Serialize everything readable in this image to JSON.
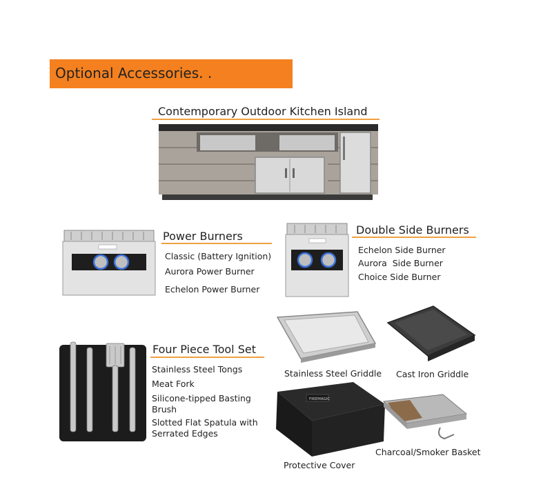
{
  "banner": {
    "title": "Optional Accessories. .",
    "color": "#f4801f"
  },
  "island": {
    "title": "Contemporary Outdoor Kitchen Island"
  },
  "power_burners": {
    "title": "Power Burners",
    "items": [
      "Classic (Battery Ignition)",
      "Aurora Power Burner",
      "Echelon Power Burner"
    ]
  },
  "side_burners": {
    "title": "Double Side Burners",
    "items": [
      "Echelon Side Burner",
      "Aurora  Side Burner",
      "Choice Side Burner"
    ]
  },
  "tool_set": {
    "title": "Four Piece Tool Set",
    "items": [
      "Stainless Steel Tongs",
      "Meat Fork",
      "Silicone-tipped Basting",
      "Brush",
      "Slotted Flat Spatula with",
      "Serrated Edges"
    ]
  },
  "products": {
    "stainless_griddle": "Stainless Steel Griddle",
    "cast_iron_griddle": "Cast Iron Griddle",
    "protective_cover": "Protective Cover",
    "smoker_basket": "Charcoal/Smoker Basket",
    "brand_mark": "FIREMAGIC"
  }
}
